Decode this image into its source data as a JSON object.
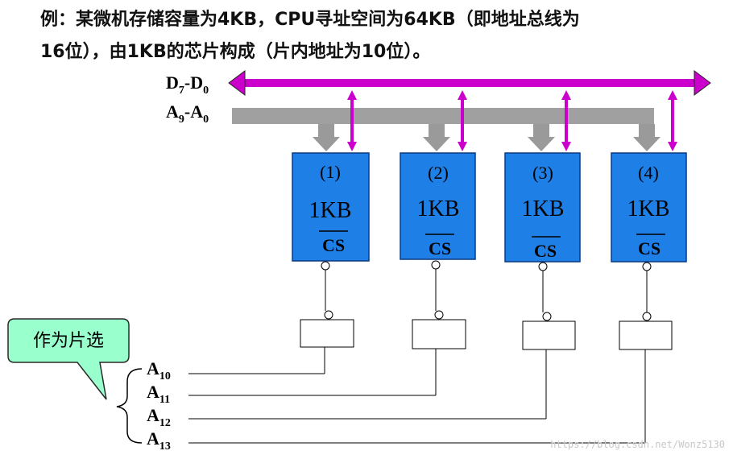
{
  "title": {
    "line1": "例：某微机存储容量为4KB，CPU寻址空间为64KB（即地址总线为",
    "line2": "16位），由1KB的芯片构成（片内地址为10位）。"
  },
  "buses": {
    "data_bus": {
      "main": "D",
      "sub1": "7",
      "dash": "-D",
      "sub2": "0"
    },
    "addr_bus": {
      "main": "A",
      "sub1": "9",
      "dash": "-A",
      "sub2": "0"
    }
  },
  "chips": [
    {
      "index": "(1)",
      "size": "1KB",
      "select": "CS"
    },
    {
      "index": "(2)",
      "size": "1KB",
      "select": "CS"
    },
    {
      "index": "(3)",
      "size": "1KB",
      "select": "CS"
    },
    {
      "index": "(4)",
      "size": "1KB",
      "select": "CS"
    }
  ],
  "address_lines": [
    {
      "main": "A",
      "sub": "10"
    },
    {
      "main": "A",
      "sub": "11"
    },
    {
      "main": "A",
      "sub": "12"
    },
    {
      "main": "A",
      "sub": "13"
    }
  ],
  "callout": "作为片选",
  "watermark": "https://blog.csdn.net/Wonz5130",
  "colors": {
    "chip_fill": "#1e7fe6",
    "data_bus": "#cc00cc",
    "addr_bus": "#a0a0a0",
    "callout_fill": "#99ffcc"
  }
}
